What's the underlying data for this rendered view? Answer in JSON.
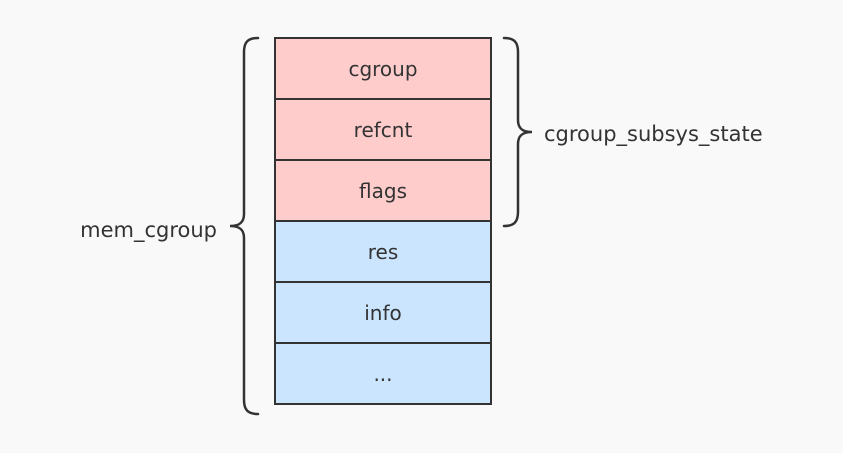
{
  "diagram": {
    "fields": [
      {
        "label": "cgroup",
        "group": "subsys"
      },
      {
        "label": "refcnt",
        "group": "subsys"
      },
      {
        "label": "flags",
        "group": "subsys"
      },
      {
        "label": "res",
        "group": "mem"
      },
      {
        "label": "info",
        "group": "mem"
      },
      {
        "label": "...",
        "group": "mem"
      }
    ],
    "outer_label": "mem_cgroup",
    "inner_label": "cgroup_subsys_state",
    "colors": {
      "subsys_fill": "#ffcccc",
      "mem_fill": "#cce5ff",
      "stroke": "#333333",
      "background": "#f9f9f9"
    }
  }
}
